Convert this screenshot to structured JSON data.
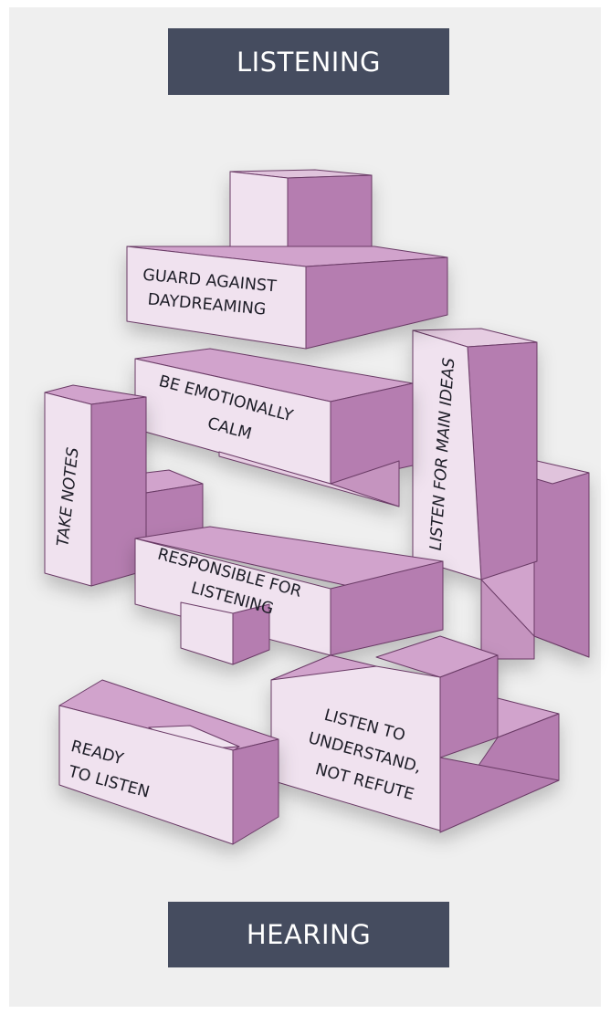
{
  "header": {
    "title": "LISTENING"
  },
  "footer": {
    "title": "HEARING"
  },
  "blocks": [
    {
      "id": "daydreaming",
      "lines": [
        "GUARD AGAINST",
        "DAYDREAMING"
      ]
    },
    {
      "id": "emotionally",
      "lines": [
        "BE EMOTIONALLY",
        "CALM"
      ]
    },
    {
      "id": "take-notes",
      "lines": [
        "TAKE NOTES"
      ]
    },
    {
      "id": "main-ideas",
      "lines": [
        "LISTEN FOR MAIN IDEAS"
      ]
    },
    {
      "id": "responsible",
      "lines": [
        "RESPONSIBLE FOR",
        "LISTENING"
      ]
    },
    {
      "id": "ready",
      "lines": [
        "READY",
        "TO LISTEN"
      ]
    },
    {
      "id": "understand",
      "lines": [
        "LISTEN TO",
        "UNDERSTAND,",
        "NOT REFUTE"
      ]
    }
  ],
  "colors": {
    "face_light": "#f0e2ef",
    "face_top": "#d1a3cc",
    "face_side": "#b57db0",
    "banner": "#454c5f"
  }
}
